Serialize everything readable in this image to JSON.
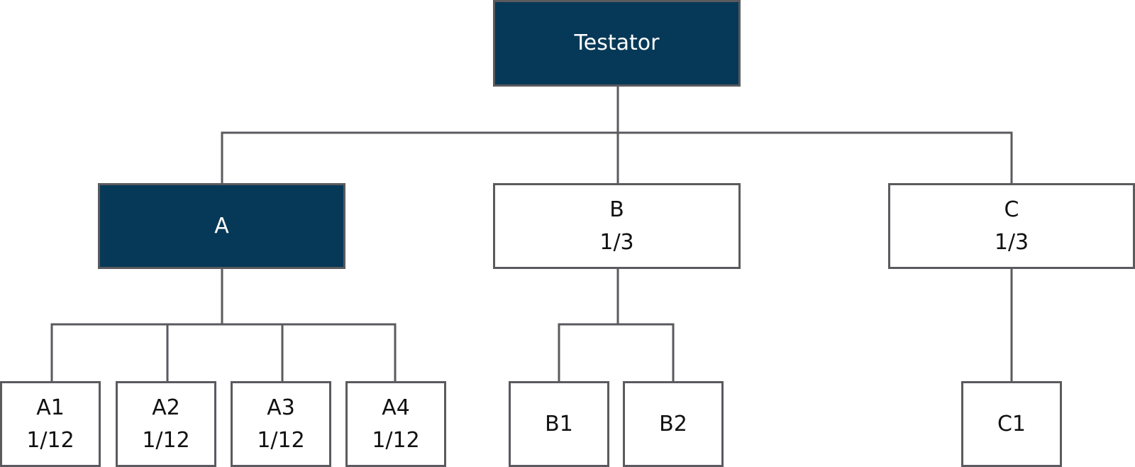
{
  "colors": {
    "dark_fill": "#063957",
    "light_fill": "#ffffff",
    "border": "#5a5a5f",
    "connector": "#5a5a5f"
  },
  "nodes": {
    "testator": {
      "label": "Testator"
    },
    "a": {
      "label": "A"
    },
    "b": {
      "label": "B",
      "share": "1/3"
    },
    "c": {
      "label": "C",
      "share": "1/3"
    },
    "a1": {
      "label": "A1",
      "share": "1/12"
    },
    "a2": {
      "label": "A2",
      "share": "1/12"
    },
    "a3": {
      "label": "A3",
      "share": "1/12"
    },
    "a4": {
      "label": "A4",
      "share": "1/12"
    },
    "b1": {
      "label": "B1"
    },
    "b2": {
      "label": "B2"
    },
    "c1": {
      "label": "C1"
    }
  }
}
